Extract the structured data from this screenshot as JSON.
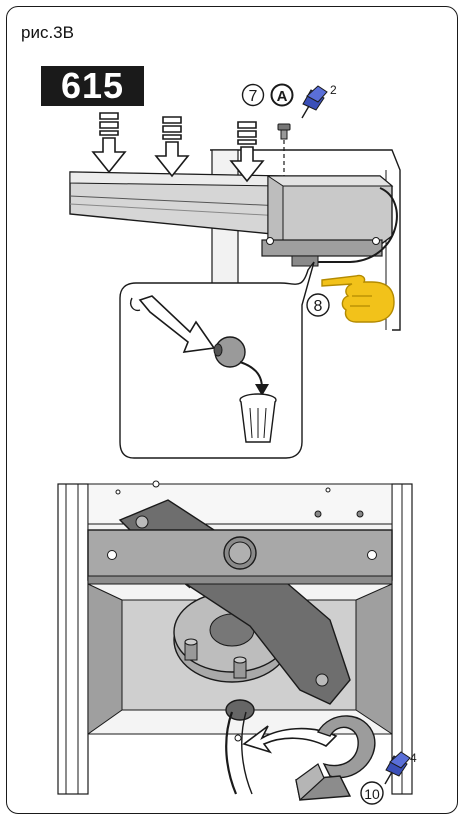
{
  "figure": {
    "label": "рис.3В",
    "code": "615"
  },
  "callouts": {
    "step_7": "7",
    "letter_a": "A",
    "pin_top_count": "2",
    "step_8": "8",
    "step_10": "10",
    "pin_bottom_count": "4"
  },
  "colors": {
    "pin": "#3a4fb8",
    "hand": "#f2c21a",
    "outline": "#1a1a1a",
    "metal": "#9a9a9a"
  },
  "icons": {
    "top": "push-pin-icon",
    "hand": "pointing-hand-icon",
    "bin": "trash-bin-icon"
  }
}
